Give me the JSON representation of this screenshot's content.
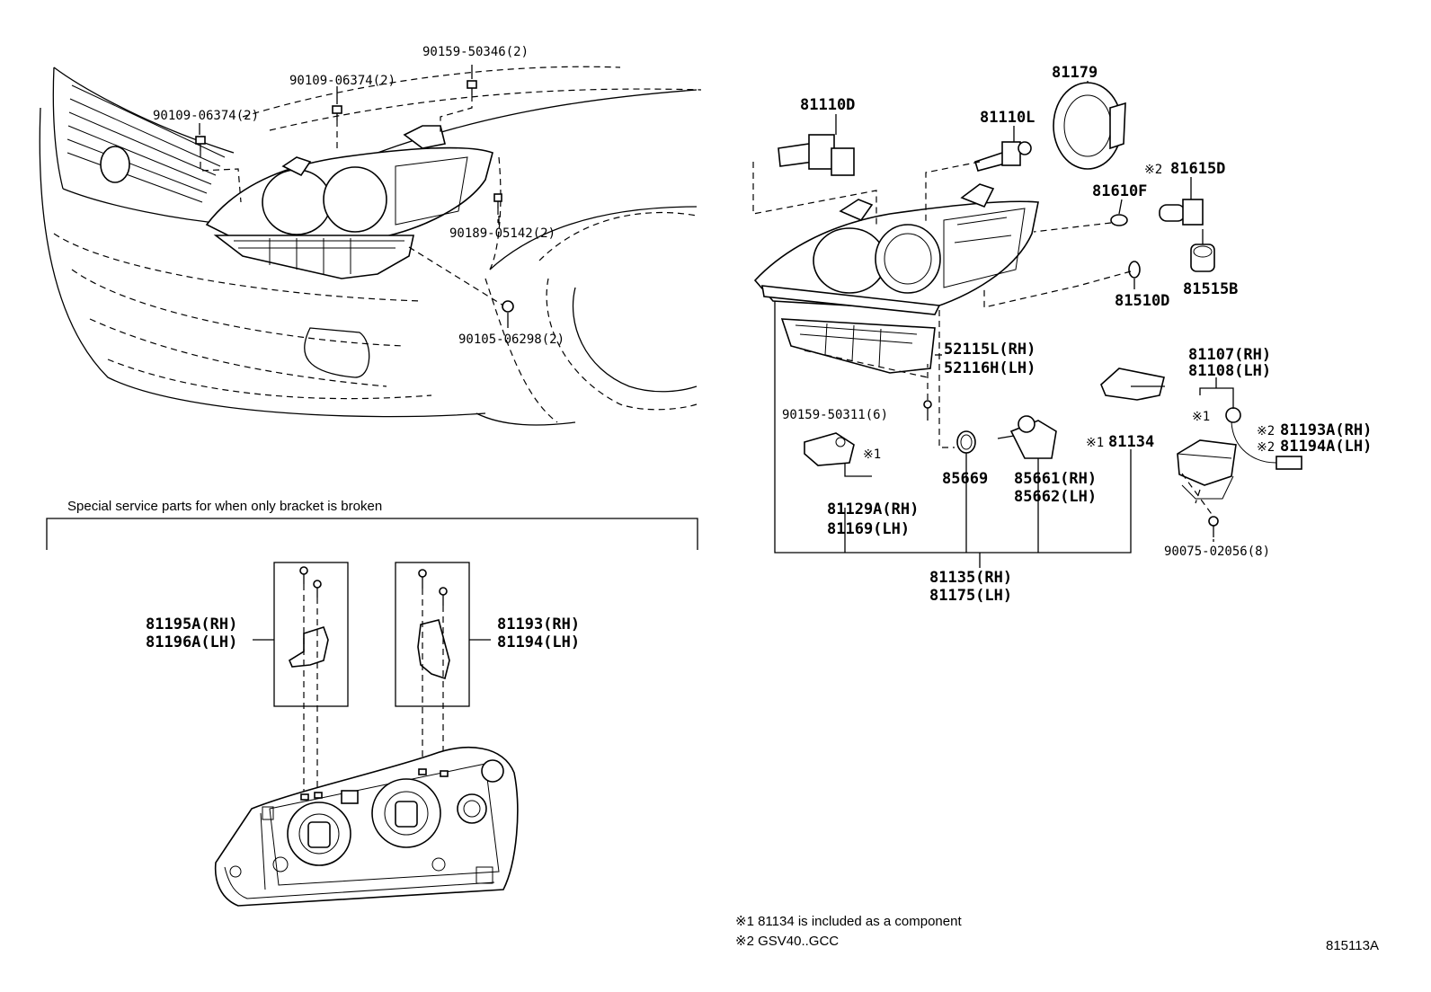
{
  "labels": {
    "p90159_50346": "90159-50346(2)",
    "p90109_06374_a": "90109-06374(2)",
    "p90109_06374_b": "90109-06374(2)",
    "p90189_05142": "90189-05142(2)",
    "p90105_06298": "90105-06298(2)",
    "p81110D": "81110D",
    "p81110L": "81110L",
    "p81179": "81179",
    "p81615D_mark": "※2",
    "p81615D": "81615D",
    "p81610F": "81610F",
    "p81510D": "81510D",
    "p81515B": "81515B",
    "p52115L": "52115L(RH)",
    "p52116H": "52116H(LH)",
    "p81107": "81107(RH)",
    "p81108": "81108(LH)",
    "p90159_50311": "90159-50311(6)",
    "p81134_mark": "※1",
    "p81134": "81134",
    "p81193A_mark": "※2",
    "p81193A": "81193A(RH)",
    "p81194A_mark": "※2",
    "p81194A": "81194A(LH)",
    "p85669": "85669",
    "p85661": "85661(RH)",
    "p85662": "85662(LH)",
    "p81129A": "81129A(RH)",
    "p81169": "81169(LH)",
    "p81129A_mark": "※1",
    "p81107_mark": "※1",
    "p90075_02056": "90075-02056(8)",
    "p81135": "81135(RH)",
    "p81175": "81175(LH)",
    "p81195A": "81195A(RH)",
    "p81196A": "81196A(LH)",
    "p81193": "81193(RH)",
    "p81194": "81194(LH)"
  },
  "special_service_caption": "Special service parts for when only bracket is broken",
  "notes": {
    "note1": "※1 81134 is included as a component",
    "note2": "※2 GSV40..GCC"
  },
  "figure_id": "815113A"
}
